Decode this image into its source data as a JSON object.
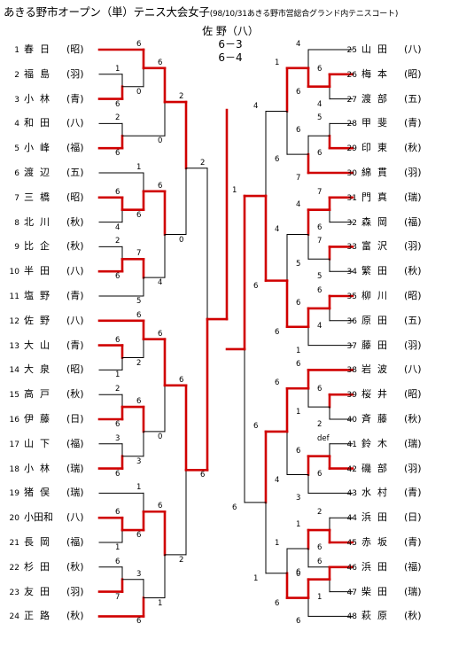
{
  "title": "あきる野市オープン（単）テニス大会女子",
  "subtitle": "(98/10/31あきる野市営総合グランド内テニスコート)",
  "final": {
    "winner": "佐 野（八）",
    "set1": "6－3",
    "set2": "6－4"
  },
  "left_players": [
    {
      "num": "1",
      "name": "春日",
      "club": "(昭)"
    },
    {
      "num": "2",
      "name": "福島",
      "club": "(羽)"
    },
    {
      "num": "3",
      "name": "小林",
      "club": "(青)"
    },
    {
      "num": "4",
      "name": "和田",
      "club": "(八)"
    },
    {
      "num": "5",
      "name": "小峰",
      "club": "(福)"
    },
    {
      "num": "6",
      "name": "渡辺",
      "club": "(五)"
    },
    {
      "num": "7",
      "name": "三橋",
      "club": "(昭)"
    },
    {
      "num": "8",
      "name": "北川",
      "club": "(秋)"
    },
    {
      "num": "9",
      "name": "比企",
      "club": "(秋)"
    },
    {
      "num": "10",
      "name": "半田",
      "club": "(八)"
    },
    {
      "num": "11",
      "name": "塩野",
      "club": "(青)"
    },
    {
      "num": "12",
      "name": "佐野",
      "club": "(八)"
    },
    {
      "num": "13",
      "name": "大山",
      "club": "(青)"
    },
    {
      "num": "14",
      "name": "大泉",
      "club": "(昭)"
    },
    {
      "num": "15",
      "name": "高戸",
      "club": "(秋)"
    },
    {
      "num": "16",
      "name": "伊藤",
      "club": "(日)"
    },
    {
      "num": "17",
      "name": "山下",
      "club": "(福)"
    },
    {
      "num": "18",
      "name": "小林",
      "club": "(瑞)"
    },
    {
      "num": "19",
      "name": "猪俣",
      "club": "(瑞)"
    },
    {
      "num": "20",
      "name": "小田和",
      "club": "(八)"
    },
    {
      "num": "21",
      "name": "長岡",
      "club": "(福)"
    },
    {
      "num": "22",
      "name": "杉田",
      "club": "(秋)"
    },
    {
      "num": "23",
      "name": "友田",
      "club": "(羽)"
    },
    {
      "num": "24",
      "name": "正路",
      "club": "(秋)"
    }
  ],
  "right_players": [
    {
      "num": "25",
      "name": "山田",
      "club": "(八)"
    },
    {
      "num": "26",
      "name": "梅本",
      "club": "(昭)"
    },
    {
      "num": "27",
      "name": "渡部",
      "club": "(五)"
    },
    {
      "num": "28",
      "name": "甲斐",
      "club": "(青)"
    },
    {
      "num": "29",
      "name": "印東",
      "club": "(秋)"
    },
    {
      "num": "30",
      "name": "綿貫",
      "club": "(羽)"
    },
    {
      "num": "31",
      "name": "門真",
      "club": "(瑞)"
    },
    {
      "num": "32",
      "name": "森岡",
      "club": "(福)"
    },
    {
      "num": "33",
      "name": "富沢",
      "club": "(羽)"
    },
    {
      "num": "34",
      "name": "繁田",
      "club": "(秋)"
    },
    {
      "num": "35",
      "name": "柳川",
      "club": "(昭)"
    },
    {
      "num": "36",
      "name": "原田",
      "club": "(五)"
    },
    {
      "num": "37",
      "name": "藤田",
      "club": "(羽)"
    },
    {
      "num": "38",
      "name": "岩波",
      "club": "(八)"
    },
    {
      "num": "39",
      "name": "桜井",
      "club": "(昭)"
    },
    {
      "num": "40",
      "name": "斉藤",
      "club": "(秋)"
    },
    {
      "num": "41",
      "name": "鈴木",
      "club": "(瑞)"
    },
    {
      "num": "42",
      "name": "磯部",
      "club": "(羽)"
    },
    {
      "num": "43",
      "name": "水村",
      "club": "(青)"
    },
    {
      "num": "44",
      "name": "浜田",
      "club": "(日)"
    },
    {
      "num": "45",
      "name": "赤坂",
      "club": "(青)"
    },
    {
      "num": "46",
      "name": "浜田",
      "club": "(福)"
    },
    {
      "num": "47",
      "name": "柴田",
      "club": "(瑞)"
    },
    {
      "num": "48",
      "name": "萩原",
      "club": "(秋)"
    }
  ],
  "scores": {
    "l_r1": [
      "6",
      "1",
      "6",
      "2",
      "6",
      "1",
      "6",
      "4",
      "2",
      "6",
      "5"
    ],
    "l_r1_b": [
      "6",
      "1",
      "6",
      "2",
      "6",
      "1",
      "6",
      "4",
      "2",
      "6",
      "6",
      "1",
      "2",
      "6",
      "3",
      "6",
      "1",
      "6",
      "1",
      "6",
      "3",
      "7",
      "1",
      "6"
    ],
    "l_r2": [
      "6",
      "0",
      "0",
      "6",
      "6",
      "0",
      "7",
      "4",
      "6",
      "2",
      "6",
      "0",
      "3",
      "6",
      "1"
    ],
    "l_r3": [
      "6",
      "0",
      "6",
      "2",
      "6",
      "0"
    ],
    "l_r4": [
      "2",
      "0",
      "6",
      "2"
    ],
    "l_r5": [
      "6"
    ],
    "r_r1": [
      "4",
      "6",
      "4",
      "5",
      "6",
      "6",
      "7",
      "6",
      "6",
      "7",
      "5",
      "4",
      "6",
      "4",
      "6",
      "1",
      "6",
      "1",
      "2",
      "6",
      "2",
      "6",
      "def",
      "6",
      "3",
      "2",
      "6",
      "6",
      "1"
    ],
    "r_r2": [
      "1",
      "6",
      "4",
      "6",
      "7",
      "6",
      "6",
      "4",
      "6",
      "6",
      "0",
      "6",
      "1",
      "1",
      "6"
    ],
    "r_r3": [
      "4",
      "6",
      "1",
      "6",
      "6",
      "4",
      "6",
      "1"
    ],
    "r_r4": [
      "1",
      "6",
      "6"
    ],
    "r_r5": [
      "6"
    ]
  }
}
